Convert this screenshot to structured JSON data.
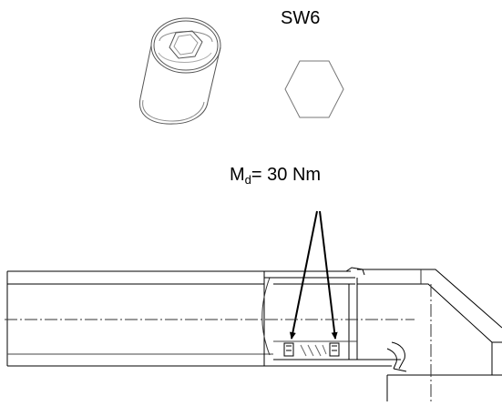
{
  "labels": {
    "wrench_size": "SW6",
    "torque_symbol": "M",
    "torque_subscript": "d",
    "torque_value": "= 30 Nm"
  },
  "icons": {
    "screw": "socket-head-cap-screw-icon",
    "hexagon": "hex-socket-profile-icon"
  },
  "colors": {
    "line": "#000000",
    "background": "#ffffff"
  }
}
